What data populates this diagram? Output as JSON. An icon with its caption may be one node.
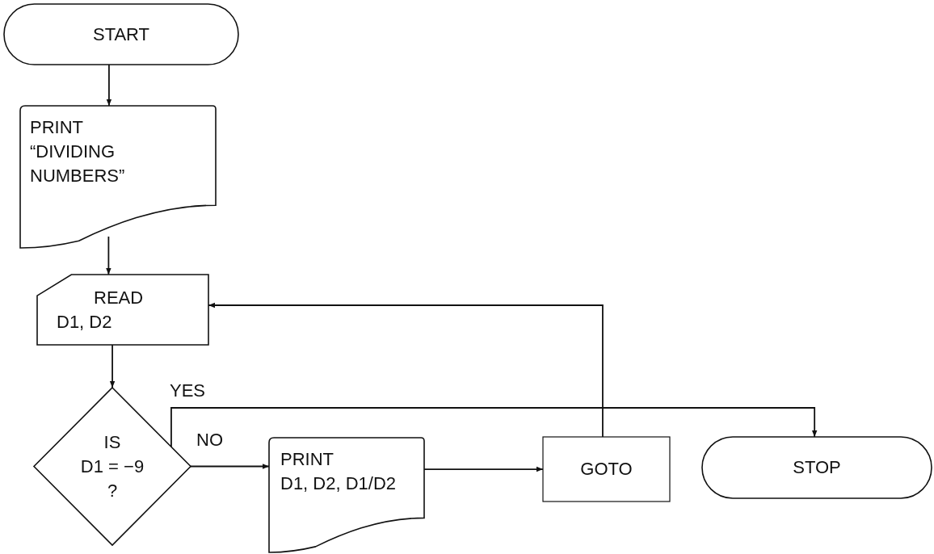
{
  "diagram": {
    "nodes": [
      {
        "text": [
          "START"
        ]
      },
      {
        "text": [
          "PRINT",
          "“DIVIDING NUMBERS”"
        ]
      },
      {
        "text": [
          "READ",
          "D1, D2"
        ]
      },
      {
        "text": [
          "IS",
          "D1 = −9",
          "?"
        ]
      },
      {
        "text": [
          "PRINT",
          "D1, D2, D1/D2"
        ]
      },
      {
        "text": [
          "GOTO"
        ]
      },
      {
        "text": [
          "STOP"
        ]
      }
    ],
    "edges": [
      {
        "from": 0,
        "to": 1,
        "arrow": "to"
      },
      {
        "from": 1,
        "to": 2,
        "arrow": "to"
      },
      {
        "from": 2,
        "to": 3,
        "arrow": "to"
      },
      {
        "from": 3,
        "to": 4,
        "arrow": "to",
        "label": "NO"
      },
      {
        "from": 3,
        "to": 6,
        "arrow": "to",
        "label": "YES"
      },
      {
        "from": 4,
        "to": 5,
        "arrow": "to"
      },
      {
        "from": 5,
        "to": 2,
        "arrow": "to"
      }
    ]
  }
}
